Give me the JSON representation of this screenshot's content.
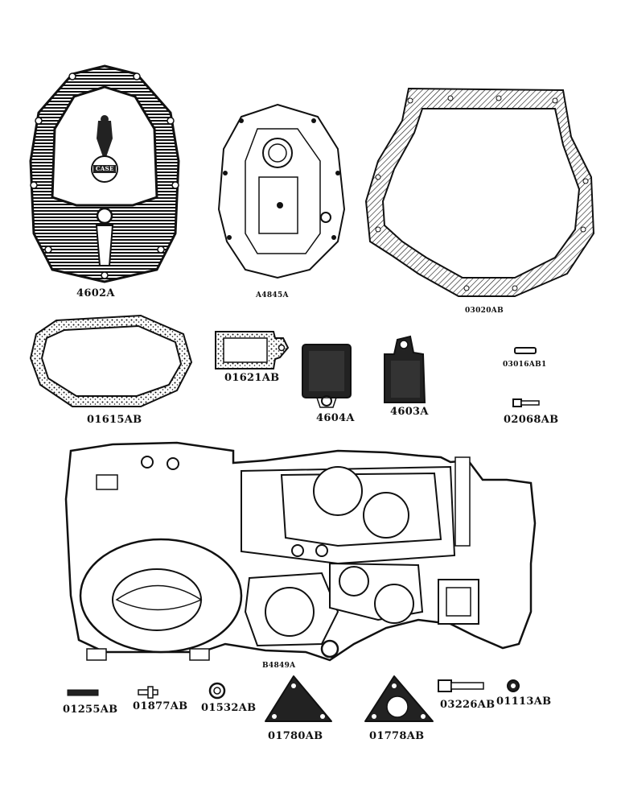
{
  "colors": {
    "ink": "#111111",
    "paper": "#ffffff",
    "fill": "#2a2a2a"
  },
  "parts": [
    {
      "id": "4602A",
      "name": "transmission-cover-with-eagle-emblem",
      "emblem_text": "CASE"
    },
    {
      "id": "A4845A",
      "name": "inner-cover-plate"
    },
    {
      "id": "03020AB",
      "name": "bell-housing-gasket"
    },
    {
      "id": "01615AB",
      "name": "cover-gasket"
    },
    {
      "id": "01621AB",
      "name": "small-plate-gasket"
    },
    {
      "id": "4604A",
      "name": "inspection-cover-plate"
    },
    {
      "id": "4603A",
      "name": "inspection-cover-plate-with-tab"
    },
    {
      "id": "03016AB1",
      "name": "dowel-pin"
    },
    {
      "id": "02068AB",
      "name": "cap-screw"
    },
    {
      "id": "B4849A",
      "name": "transmission-case"
    },
    {
      "id": "01255AB",
      "name": "stud"
    },
    {
      "id": "01877AB",
      "name": "special-bolt"
    },
    {
      "id": "01532AB",
      "name": "lock-washer"
    },
    {
      "id": "01780AB",
      "name": "triangular-gasket-solid"
    },
    {
      "id": "01778AB",
      "name": "triangular-gasket-open"
    },
    {
      "id": "03226AB",
      "name": "hex-cap-screw"
    },
    {
      "id": "01113AB",
      "name": "nut"
    }
  ]
}
